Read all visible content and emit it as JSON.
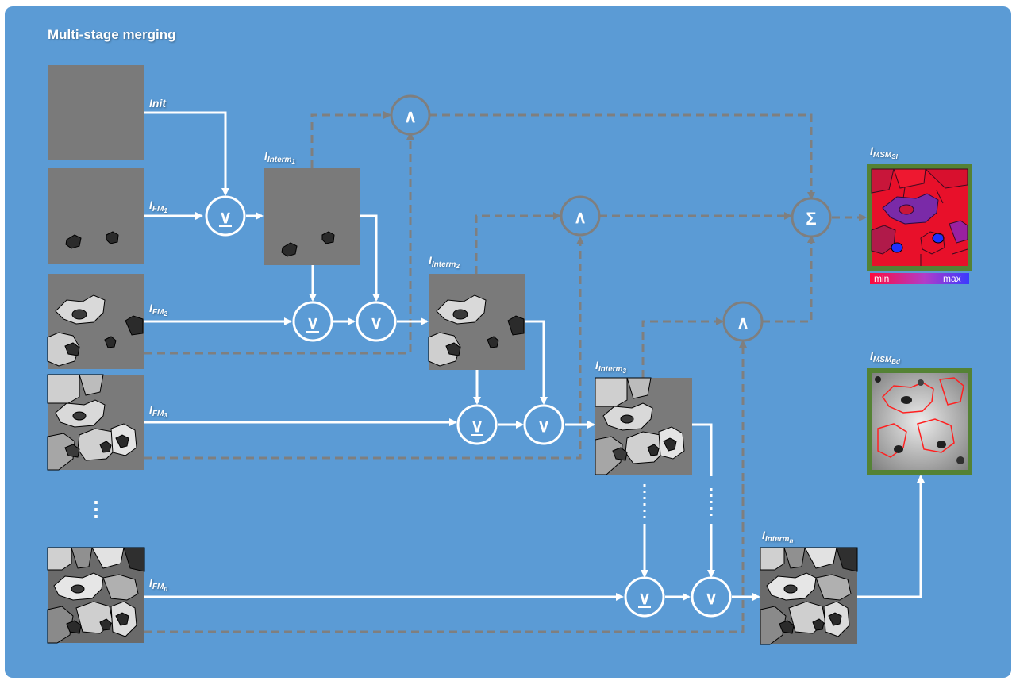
{
  "title": "Multi-stage merging",
  "labels": {
    "init": "Init",
    "fm1_base": "I",
    "fm1_sub": "FM",
    "fm1_idx": "1",
    "fm2_base": "I",
    "fm2_sub": "FM",
    "fm2_idx": "2",
    "fm3_base": "I",
    "fm3_sub": "FM",
    "fm3_idx": "3",
    "fmn_base": "I",
    "fmn_sub": "FM",
    "fmn_idx": "n",
    "int1_base": "I",
    "int1_sub": "Interm",
    "int1_idx": "1",
    "int2_base": "I",
    "int2_sub": "Interm",
    "int2_idx": "2",
    "int3_base": "I",
    "int3_sub": "Interm",
    "int3_idx": "3",
    "intn_base": "I",
    "intn_sub": "Interm",
    "intn_idx": "n",
    "msm_si_base": "I",
    "msm_si_sub": "MSM",
    "msm_si_idx": "SI",
    "msm_bd_base": "I",
    "msm_bd_sub": "MSM",
    "msm_bd_idx": "Bd"
  },
  "operators": {
    "weak_or": "∨",
    "or": "∨",
    "and": "∧",
    "sum": "Σ"
  },
  "colorbar": {
    "min": "min",
    "max": "max"
  },
  "ellipsis": "⋮",
  "colors": {
    "background": "#5b9bd5",
    "arrow_solid": "#ffffff",
    "arrow_dashed": "#7f7f7f",
    "result_border": "#548235"
  }
}
